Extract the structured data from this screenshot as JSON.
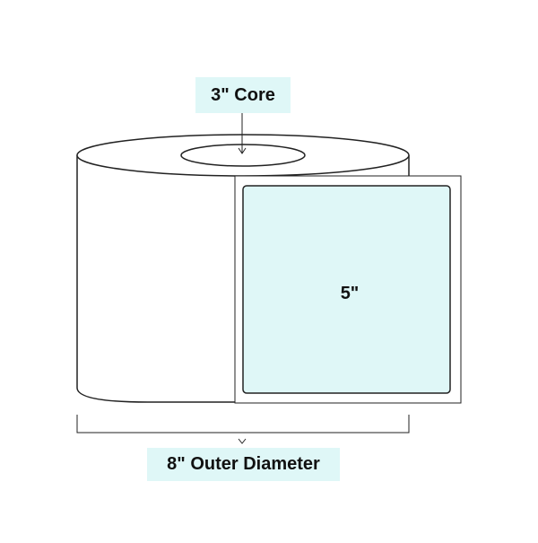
{
  "diagram": {
    "core_label": "3\" Core",
    "label_size": "5\"",
    "outer_diameter_label": "8\" Outer Diameter"
  },
  "colors": {
    "label_fill": "#dff7f7",
    "stroke": "#222222",
    "background": "#ffffff"
  }
}
